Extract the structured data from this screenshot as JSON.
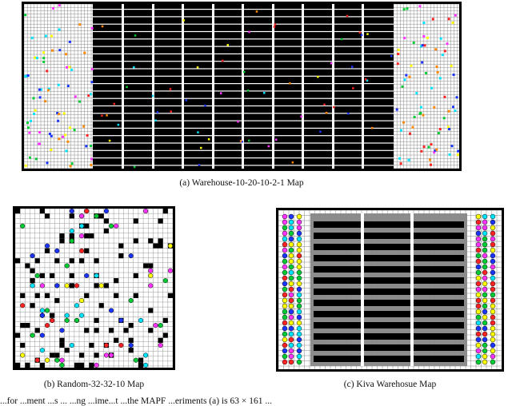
{
  "figure": {
    "panels": [
      {
        "id": "a",
        "caption": "(a) Warehouse-10-20-10-2-1 Map",
        "map_type": "warehouse-grid",
        "agent_colors": [
          "#00cc33",
          "#ff33ff",
          "#1a33ff",
          "#ffff00",
          "#00e5ff",
          "#ff2222",
          "#ff8800"
        ]
      },
      {
        "id": "b",
        "caption": "(b) Random-32-32-10 Map",
        "map_type": "random-grid",
        "agent_colors": [
          "#00cc33",
          "#ff33ff",
          "#1a33ff",
          "#ffff00",
          "#00e5ff",
          "#ff2222"
        ]
      },
      {
        "id": "c",
        "caption": "(c) Kiva Warehosue Map",
        "map_type": "kiva-grid",
        "agent_colors": [
          "#00cc33",
          "#ff33ff",
          "#1a33ff",
          "#ffff00",
          "#00e5ff",
          "#ff2222"
        ]
      }
    ],
    "body_text_fragment": "...for ...ment ...s ... ...ng ...ime...t ...the MAPF ...eriments (a) is 63 × 161 ..."
  }
}
